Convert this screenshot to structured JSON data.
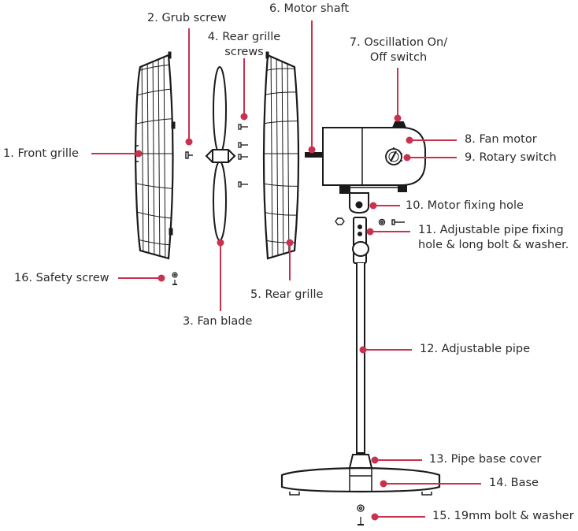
{
  "colors": {
    "leader": "#c8324f",
    "ink": "#1a1a1a",
    "text": "#2b2b2b",
    "background": "#ffffff"
  },
  "labels": {
    "front_grille": "1. Front grille",
    "grub_screw": "2. Grub screw",
    "fan_blade": "3. Fan blade",
    "rear_grille_screws_l1": "4. Rear grille",
    "rear_grille_screws_l2": "screws",
    "rear_grille": "5. Rear grille",
    "motor_shaft": "6. Motor shaft",
    "oscillation_l1": "7. Oscillation On/",
    "oscillation_l2": "Off switch",
    "fan_motor": "8. Fan motor",
    "rotary_switch": "9. Rotary switch",
    "motor_fixing_hole": "10. Motor fixing hole",
    "adjustable_fixing_l1": "11. Adjustable pipe fixing",
    "adjustable_fixing_l2": "hole & long bolt & washer.",
    "adjustable_pipe": "12. Adjustable pipe",
    "pipe_base_cover": "13. Pipe base cover",
    "base": "14. Base",
    "bolt_washer": "15. 19mm bolt & washer",
    "safety_screw": "16. Safety screw"
  }
}
